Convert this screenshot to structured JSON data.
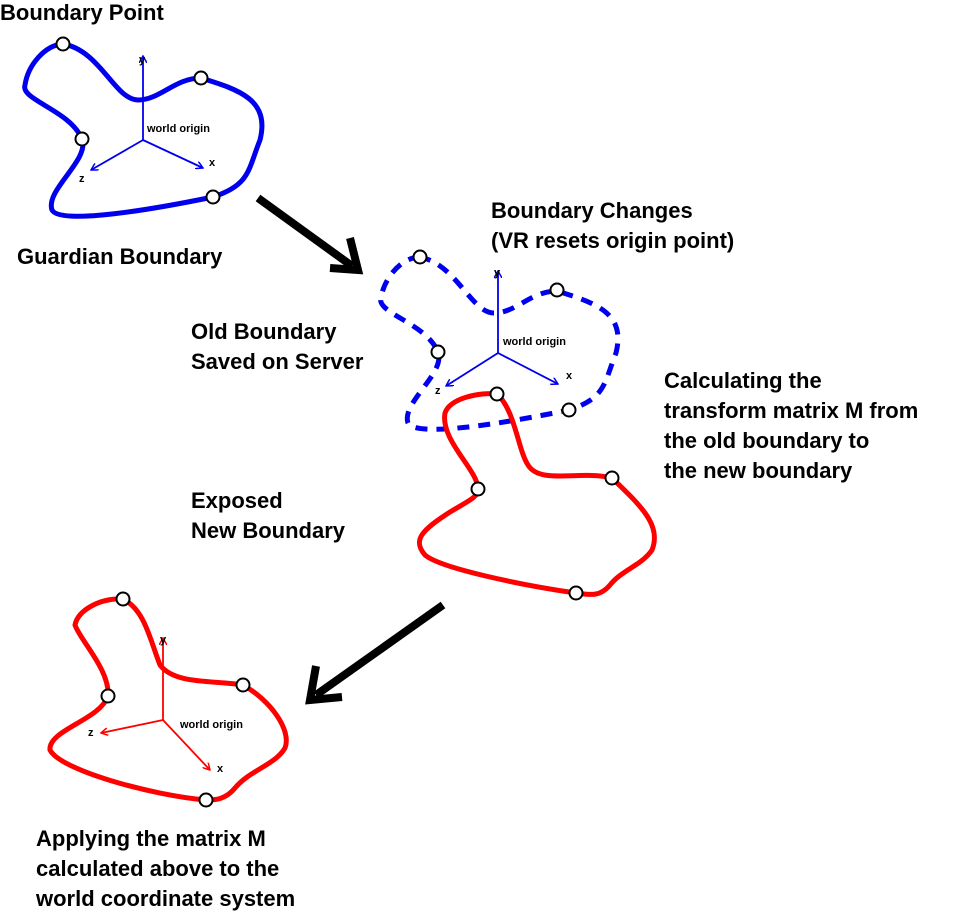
{
  "labels": {
    "boundary_point": "Boundary Point",
    "guardian_boundary": "Guardian Boundary",
    "boundary_changes": [
      "Boundary Changes",
      "(VR resets origin point)"
    ],
    "old_boundary": [
      "Old Boundary",
      "Saved on Server"
    ],
    "calculating": [
      "Calculating the",
      "transform matrix M from",
      "the old boundary to",
      "the new boundary"
    ],
    "exposed": [
      "Exposed",
      "New Boundary"
    ],
    "applying": [
      "Applying the matrix M",
      "calculated above to the",
      "world coordinate system"
    ]
  },
  "axes": {
    "origin": "world origin",
    "x": "x",
    "y": "y",
    "z": "z"
  },
  "colors": {
    "old": "#0000ee",
    "new": "#ff0000",
    "arrow": "#000000"
  }
}
